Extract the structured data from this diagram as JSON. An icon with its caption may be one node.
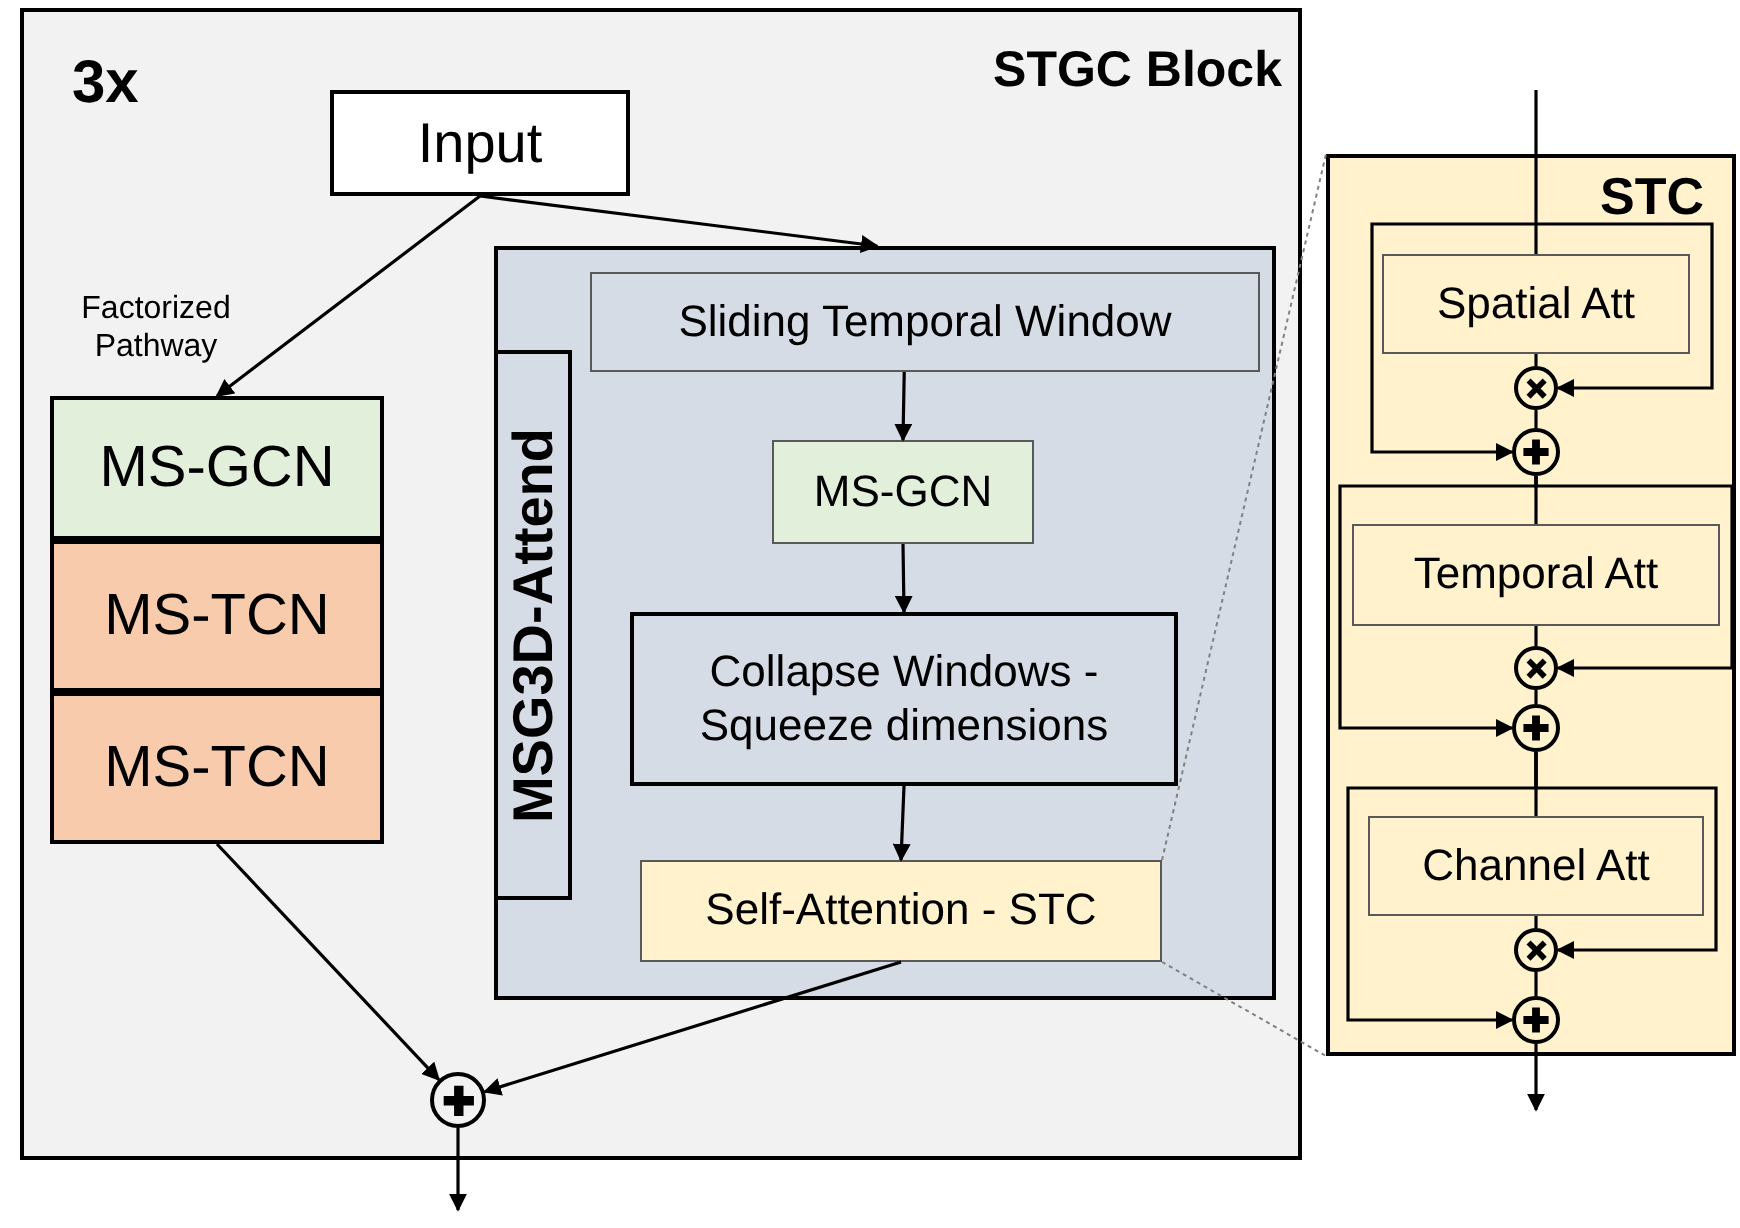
{
  "diagram": {
    "nodes": [
      {
        "text": [
          "3x",
          "STGC Block"
        ]
      },
      {
        "text": [
          "Input"
        ],
        "in": 0
      },
      {
        "text": [
          "MS-GCN"
        ],
        "in": 0,
        "beside": [
          "Factorized Pathway"
        ]
      },
      {
        "text": [
          "MS-TCN"
        ],
        "in": 0
      },
      {
        "text": [
          "MS-TCN"
        ],
        "in": 0
      },
      {
        "text": [],
        "shape": "box",
        "in": 0
      },
      {
        "text": [
          "MSG3D-Attend"
        ],
        "in": 5
      },
      {
        "text": [
          "Sliding Temporal Window"
        ],
        "in": 5
      },
      {
        "text": [
          "MS-GCN"
        ],
        "in": 5
      },
      {
        "text": [
          "Collapse Windows - Squeeze dimensions"
        ],
        "in": 5
      },
      {
        "text": [
          "Self-Attention - STC"
        ],
        "in": 5
      },
      {
        "text": [],
        "shape": "circle",
        "in": 0
      },
      {
        "text": [
          "STC"
        ]
      },
      {
        "text": [
          "Spatial Att"
        ],
        "in": 12
      },
      {
        "text": [],
        "shape": "circle",
        "in": 12
      },
      {
        "text": [],
        "shape": "circle",
        "in": 12
      },
      {
        "text": [
          "Temporal Att"
        ],
        "in": 12
      },
      {
        "text": [],
        "shape": "circle",
        "in": 12
      },
      {
        "text": [],
        "shape": "circle",
        "in": 12
      },
      {
        "text": [
          "Channel Att"
        ],
        "in": 12
      },
      {
        "text": [],
        "shape": "circle",
        "in": 12
      },
      {
        "text": [],
        "shape": "circle",
        "in": 12
      }
    ],
    "edges": [
      {
        "from": 1,
        "to": 2,
        "arrow": "to"
      },
      {
        "from": 1,
        "to": 5,
        "arrow": "to"
      },
      {
        "from": 7,
        "to": 8,
        "arrow": "to"
      },
      {
        "from": 8,
        "to": 9,
        "arrow": "to"
      },
      {
        "from": 9,
        "to": 10,
        "arrow": "to"
      },
      {
        "from": 4,
        "to": 11,
        "arrow": "to"
      },
      {
        "from": 10,
        "to": 11,
        "arrow": "to"
      },
      {
        "from": 11,
        "to": null,
        "arrow": "to"
      },
      {
        "from": 10,
        "to": 12,
        "arrow": "none",
        "style": "dashed",
        "color": "#808080"
      },
      {
        "from": 10,
        "to": 12,
        "arrow": "none",
        "style": "dashed",
        "color": "#808080"
      },
      {
        "from": null,
        "to": 13,
        "arrow": "none"
      },
      {
        "from": null,
        "to": 14,
        "arrow": "to"
      },
      {
        "from": null,
        "to": 15,
        "arrow": "to"
      },
      {
        "from": 13,
        "to": 14,
        "arrow": "none"
      },
      {
        "from": 14,
        "to": 15,
        "arrow": "none"
      },
      {
        "from": 15,
        "to": 16,
        "arrow": "none"
      },
      {
        "from": 15,
        "to": 17,
        "arrow": "to"
      },
      {
        "from": 15,
        "to": 18,
        "arrow": "to"
      },
      {
        "from": 16,
        "to": 17,
        "arrow": "none"
      },
      {
        "from": 17,
        "to": 18,
        "arrow": "none"
      },
      {
        "from": 18,
        "to": 19,
        "arrow": "none"
      },
      {
        "from": 18,
        "to": 20,
        "arrow": "to"
      },
      {
        "from": 18,
        "to": 21,
        "arrow": "to"
      },
      {
        "from": 19,
        "to": 20,
        "arrow": "none"
      },
      {
        "from": 20,
        "to": 21,
        "arrow": "none"
      },
      {
        "from": 21,
        "to": null,
        "arrow": "to"
      }
    ]
  }
}
